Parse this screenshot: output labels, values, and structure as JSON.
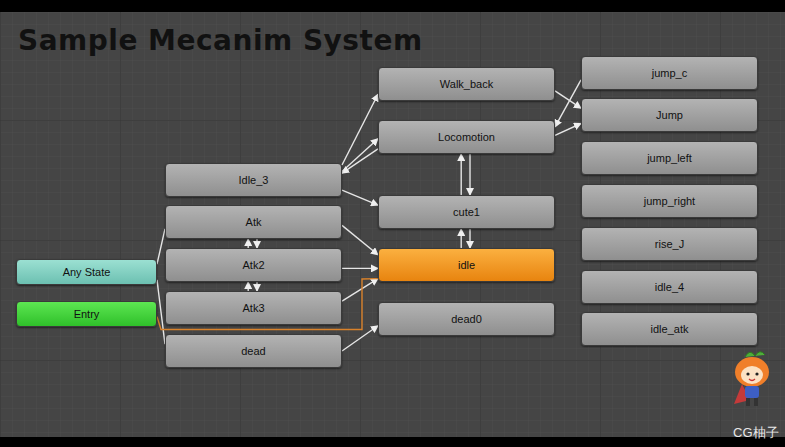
{
  "diagram": {
    "title": "Sample Mecanim System",
    "nodes": [
      {
        "text": [
          "Walk_back"
        ]
      },
      {
        "text": [
          "Locomotion"
        ]
      },
      {
        "text": [
          "cute1"
        ]
      },
      {
        "text": [
          "idle"
        ]
      },
      {
        "text": [
          "dead0"
        ]
      },
      {
        "text": [
          "Idle_3"
        ]
      },
      {
        "text": [
          "Atk"
        ]
      },
      {
        "text": [
          "Atk2"
        ]
      },
      {
        "text": [
          "Atk3"
        ]
      },
      {
        "text": [
          "dead"
        ]
      },
      {
        "text": [
          "Any State"
        ]
      },
      {
        "text": [
          "Entry"
        ]
      },
      {
        "text": [
          "jump_c"
        ]
      },
      {
        "text": [
          "Jump"
        ]
      },
      {
        "text": [
          "jump_left"
        ]
      },
      {
        "text": [
          "jump_right"
        ]
      },
      {
        "text": [
          "rise_J"
        ]
      },
      {
        "text": [
          "idle_4"
        ]
      },
      {
        "text": [
          "idle_atk"
        ]
      }
    ],
    "edges": [
      {
        "from": 5,
        "to": 1,
        "arrow": "to"
      },
      {
        "from": 1,
        "to": 5,
        "arrow": "to"
      },
      {
        "from": 5,
        "to": 0,
        "arrow": "to"
      },
      {
        "from": 0,
        "to": 13,
        "arrow": "to"
      },
      {
        "from": 1,
        "to": 13,
        "arrow": "to"
      },
      {
        "from": 12,
        "to": 1,
        "arrow": "to"
      },
      {
        "from": 2,
        "to": 1,
        "arrow": "to"
      },
      {
        "from": 1,
        "to": 2,
        "arrow": "to"
      },
      {
        "from": 3,
        "to": 2,
        "arrow": "to"
      },
      {
        "from": 2,
        "to": 3,
        "arrow": "to"
      },
      {
        "from": 5,
        "to": 2,
        "arrow": "to"
      },
      {
        "from": 6,
        "to": 3,
        "arrow": "to"
      },
      {
        "from": 7,
        "to": 3,
        "arrow": "to"
      },
      {
        "from": 8,
        "to": 3,
        "arrow": "to"
      },
      {
        "from": 6,
        "to": 7,
        "arrow": "to"
      },
      {
        "from": 7,
        "to": 6,
        "arrow": "to"
      },
      {
        "from": 7,
        "to": 8,
        "arrow": "to"
      },
      {
        "from": 8,
        "to": 7,
        "arrow": "to"
      },
      {
        "from": 10,
        "to": 6,
        "arrow": "none"
      },
      {
        "from": 10,
        "to": 9,
        "arrow": "none"
      },
      {
        "from": 11,
        "to": 3,
        "arrow": "none"
      },
      {
        "from": 9,
        "to": 4,
        "arrow": "to"
      }
    ],
    "labels": [
      "CG柚子"
    ]
  }
}
